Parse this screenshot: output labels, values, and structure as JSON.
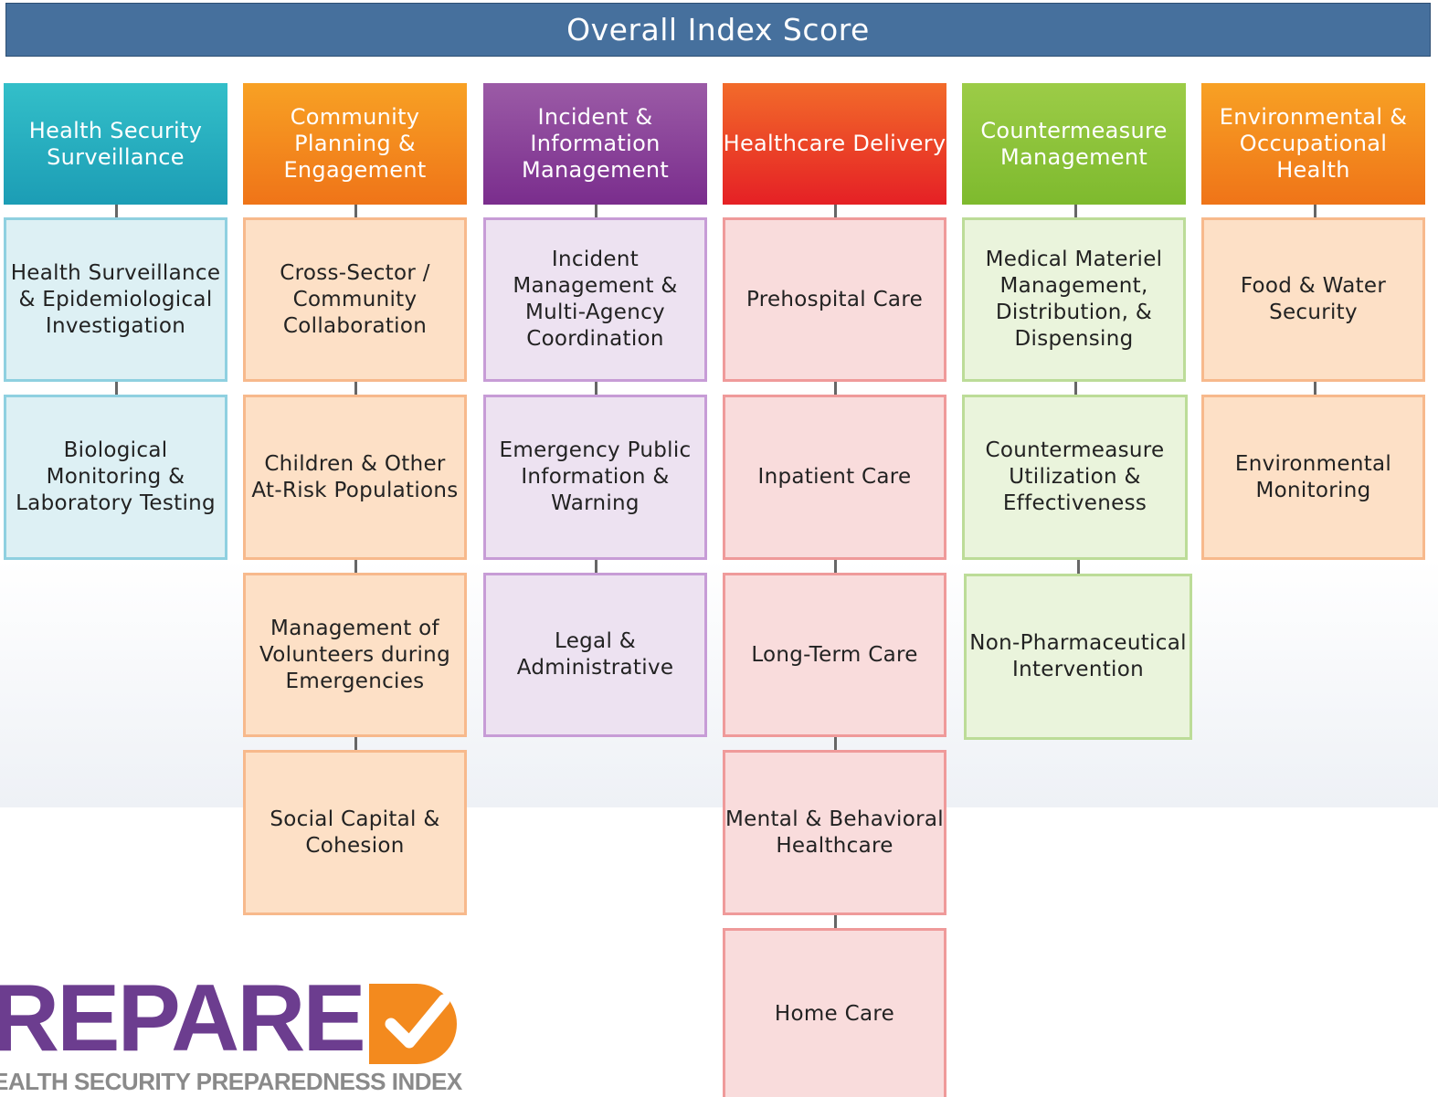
{
  "header": {
    "title": "Overall Index Score"
  },
  "domains": [
    {
      "title": "Health Security Surveillance",
      "color": "#26abc0",
      "measures": [
        "Health Surveillance & Epidemiological Investigation",
        "Biological Monitoring & Laboratory Testing"
      ]
    },
    {
      "title": "Community Planning & Engagement",
      "color": "#f38a1e",
      "measures": [
        "Cross-Sector / Community Collaboration",
        "Children & Other At-Risk Populations",
        "Management of Volunteers during Emergencies",
        "Social Capital & Cohesion"
      ]
    },
    {
      "title": "Incident & Information Management",
      "color": "#8a3f9b",
      "measures": [
        "Incident Management & Multi-Agency Coordination",
        "Emergency Public Information & Warning",
        "Legal & Administrative"
      ]
    },
    {
      "title": "Healthcare Delivery",
      "color": "#ea3a27",
      "measures": [
        "Prehospital Care",
        "Inpatient Care",
        "Long-Term Care",
        "Mental & Behavioral Healthcare",
        "Home Care"
      ]
    },
    {
      "title": "Countermeasure Management",
      "color": "#8cc33a",
      "measures": [
        "Medical Materiel Management, Distribution, & Dispensing",
        "Countermeasure Utilization & Effectiveness",
        "Non-Pharmaceutical Intervention"
      ]
    },
    {
      "title": "Environmental & Occupational Health",
      "color": "#f38a1e",
      "measures": [
        "Food & Water Security",
        "Environmental Monitoring"
      ]
    }
  ],
  "logo": {
    "wordmark": "REPARE",
    "icon": "checkmark-icon",
    "tagline": "EALTH SECURITY PREPAREDNESS INDEX",
    "colors": {
      "wordmark": "#6c3d8f",
      "check": "#f38a1e"
    }
  }
}
